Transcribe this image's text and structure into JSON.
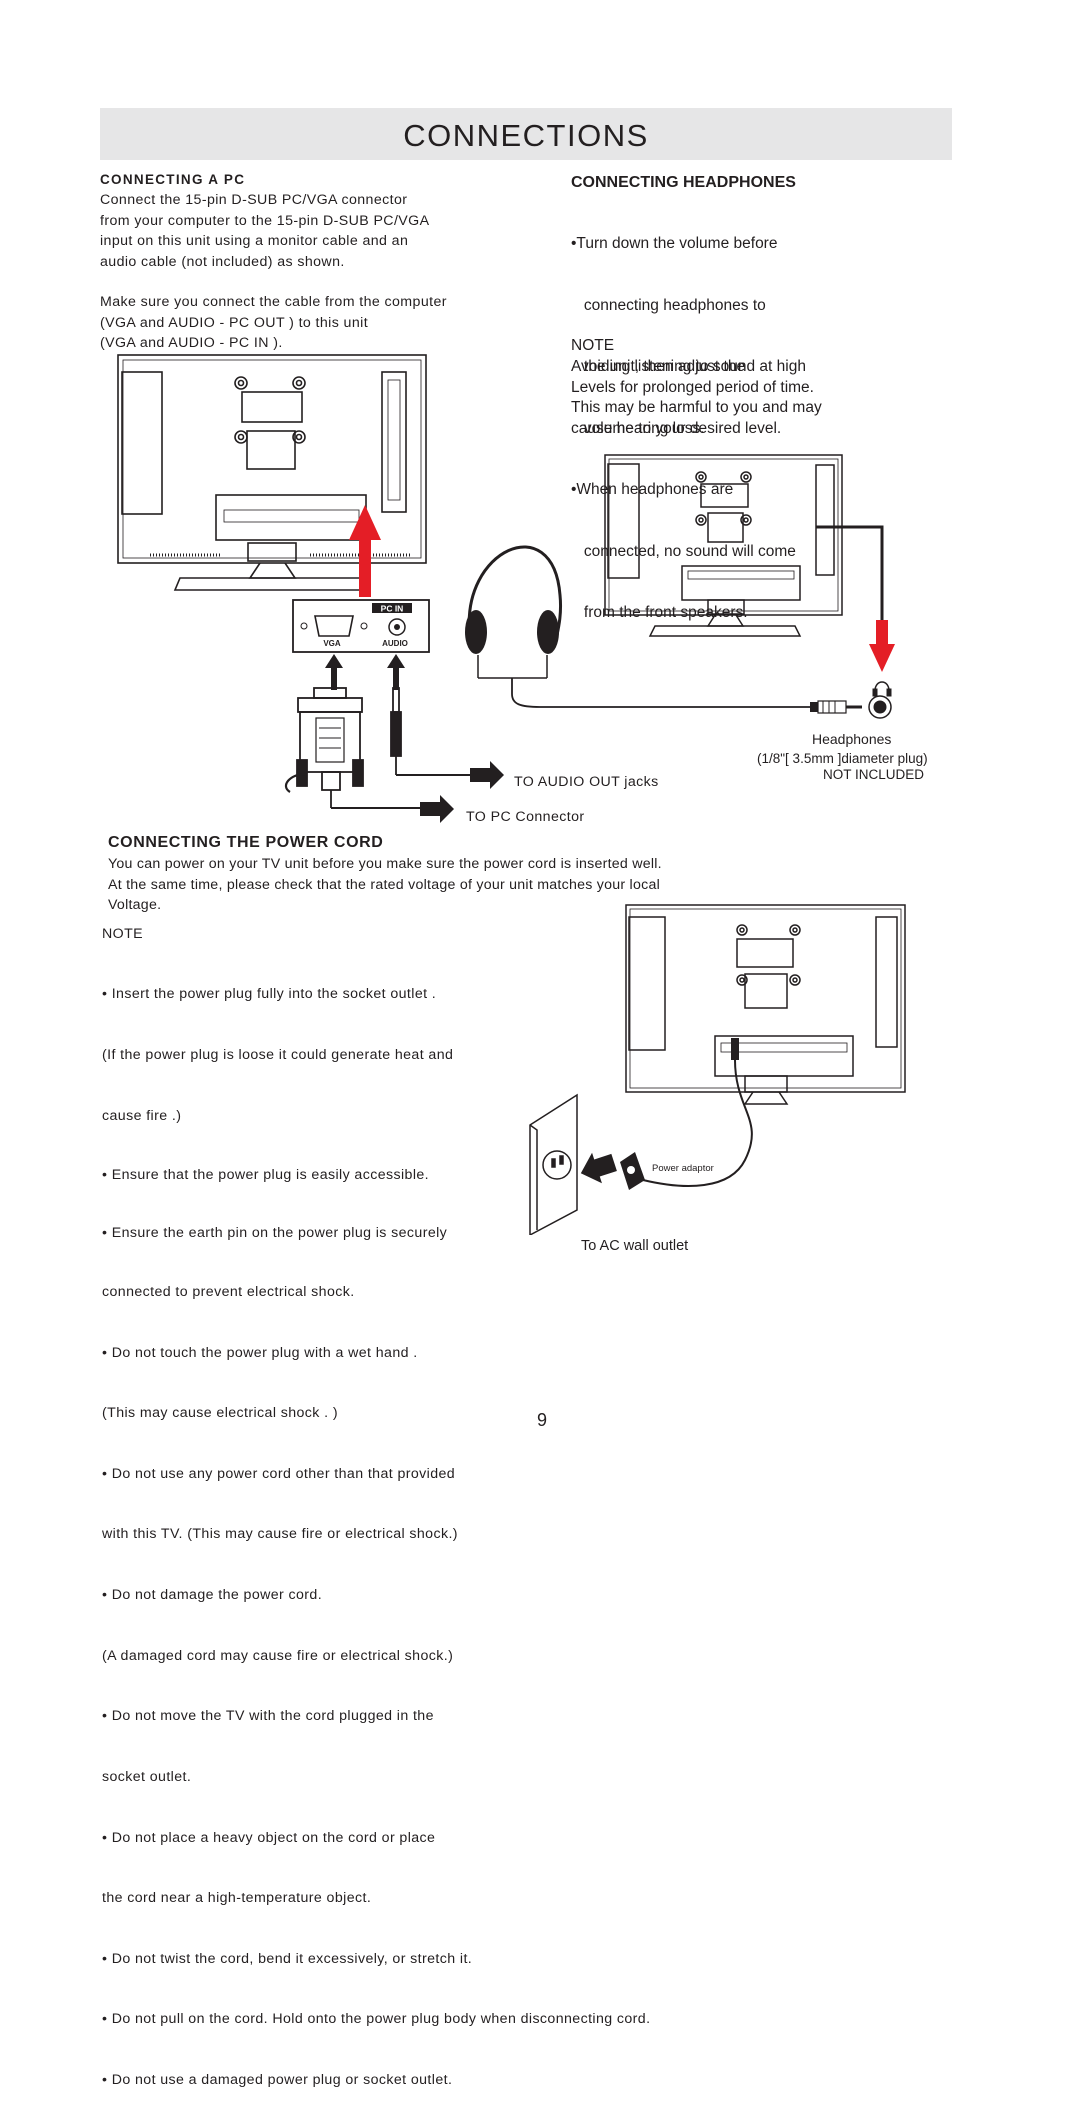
{
  "page": {
    "title": "CONNECTIONS",
    "page_number": "9"
  },
  "pc_section": {
    "heading": "CONNECTING A PC",
    "paragraph1": [
      "Connect the 15-pin D-SUB PC/VGA connector",
      "from your computer to the 15-pin D-SUB PC/VGA",
      "input on this unit using a monitor cable and an",
      "audio cable (not included) as shown."
    ],
    "paragraph2": [
      "Make sure you connect the cable from the computer",
      "(VGA  and  AUDIO - PC OUT  ) to this unit",
      "(VGA  and AUDIO - PC IN  )."
    ],
    "panel_label": "PC IN",
    "port_vga": "VGA",
    "port_audio": "AUDIO",
    "label_audio_out": "TO AUDIO OUT jacks",
    "label_pc_connector": "TO PC Connector"
  },
  "headphones_section": {
    "heading": "CONNECTING HEADPHONES",
    "lines": [
      "•Turn down the volume before",
      "   connecting headphones to",
      "   the unit, then adjust the",
      "   volume to your desired level.",
      "•When headphones are",
      "   connected, no sound will come",
      "   from the front speakers."
    ],
    "note_label": "NOTE",
    "note_lines": [
      "Avoiding listening to sound at high",
      "Levels for prolonged period of time.",
      "This may be harmful to you and may",
      "cause hearing loss."
    ],
    "caption_name": "Headphones",
    "caption_plug": "(1/8\"[ 3.5mm ]diameter plug)",
    "caption_not_included": "NOT INCLUDED"
  },
  "power_section": {
    "heading": "CONNECTING  THE POWER CORD",
    "intro": [
      "You can power on your TV unit before you make sure the power cord is inserted well.",
      "At the same time, please check that the rated voltage of your unit matches your local",
      "Voltage."
    ],
    "note_label": "NOTE",
    "notes_short": [
      "• Insert the power plug fully into the socket outlet .",
      "(If the power plug is loose   it could generate heat and",
      "cause fire  .)",
      "• Ensure that the power plug is easily accessible.",
      "• Ensure the earth pin on the power plug is securely",
      " connected to prevent electrical shock.",
      "• Do not touch the power plug with a wet hand .",
      "(This may cause electrical shock . )",
      "• Do not use any power cord other than that provided",
      "with this TV. (This may cause fire or electrical shock.)",
      "• Do not damage the power cord.",
      "(A damaged cord may cause fire or electrical shock.)",
      "• Do not move the TV with the cord plugged in the",
      "socket outlet.",
      "• Do not place a heavy object on the cord or place",
      "the cord near a high-temperature object."
    ],
    "notes_long": [
      "• Do not twist the cord, bend it excessively, or stretch it.",
      "• Do not pull on the cord. Hold onto the power plug body when disconnecting cord.",
      "• Do not use a damaged power plug or socket outlet."
    ],
    "adaptor_label": "Power adaptor",
    "outlet_label": "To  AC  wall  outlet"
  }
}
